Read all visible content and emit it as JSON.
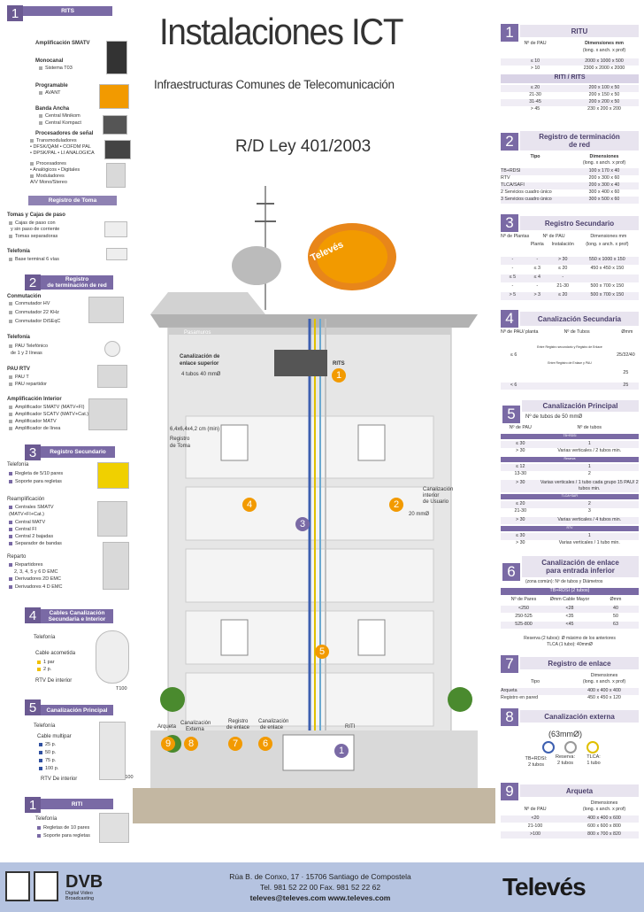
{
  "header": {
    "title": "Instalaciones ICT",
    "subtitle": "Infraestructuras Comunes de Telecomunicación",
    "law": "R/D Ley 401/2003"
  },
  "left": {
    "s1": {
      "num": "1",
      "title": "RITS",
      "items": [
        "Amplificación SMATV",
        "Monocanal",
        "Sistema T03",
        "Programable",
        "AVANT",
        "Banda Ancha",
        "Central Minikom",
        "Central Kompact",
        "Procesadores de señal",
        "Transmoduladores",
        "• DFSK/QAM  • COFDM PAL",
        "• DPSK/PAL  • LI ANALOGICA",
        "Procesadores",
        "• Analógicos  • Digitales",
        "Moduladores",
        "A/V Mono/Stereo"
      ],
      "sub": "Registro de Toma",
      "items2": [
        "Tomas y Cajas de paso",
        "Cajas de paso con",
        "y sin paso de corriente",
        "Tomas separadoras",
        "Telefonía",
        "Base terminal 6 vías"
      ]
    },
    "s2": {
      "num": "2",
      "title1": "Registro",
      "title2": "de terminación de red",
      "items": [
        "Conmutación",
        "Conmutador HV",
        "Conmutador 22 KHz",
        "Conmutador DiSEqC",
        "Telefonía",
        "PAU Telefónico",
        "de 1 y 2 líneas",
        "PAU RTV",
        "PAU T",
        "PAU repartidor",
        "Amplificación Interior",
        "Amplificador SMATV (MATV+FI)",
        "Amplificador SCATV (MATV+Cat.)",
        "Amplificador MATV",
        "Amplificador de línea"
      ]
    },
    "s3": {
      "num": "3",
      "title": "Registro Secundario",
      "items": [
        "Telefonía",
        "Regleta de 5/10 pares",
        "Soporte para regletas",
        "Reamplificación",
        "Centrales SMATV",
        "(MATV+FI+Cat.)",
        "Central MATV",
        "Central FI",
        "Central 2 bajadas",
        "Separador de bandas",
        "Reparto",
        "Repartidores",
        "2, 3, 4, 5 y 6 D EMC",
        "Derivadores 2D EMC",
        "Derivadores 4 D EMC"
      ]
    },
    "s4": {
      "num": "4",
      "title1": "Cables Canalización",
      "title2": "Secundaria e Interior",
      "items": [
        "Telefonía",
        "Cable acometida",
        "1 par",
        "2 p.",
        "RTV De interior",
        "T100"
      ]
    },
    "s5": {
      "num": "5",
      "title": "Canalización Principal",
      "items": [
        "Telefonía",
        "Cable multipar",
        "25 p.",
        "50 p.",
        "75 p.",
        "100 p.",
        "RTV De interior",
        "T100"
      ]
    },
    "s1b": {
      "num": "1",
      "title": "RITI",
      "items": [
        "Telefonía",
        "Regletas de 10 pares",
        "Soporte para regletas"
      ]
    }
  },
  "center": {
    "pasamuros": "Pasamuros",
    "canal_sup1": "Canalización de",
    "canal_sup2": "enlace superior",
    "tubos": "4 tubos 40 mmØ",
    "rits": "RITS",
    "rits_n": "1",
    "regtoma1": "6,4x6,4x4,2 cm (min)",
    "regtoma2": "Registro",
    "regtoma3": "de Toma",
    "canal_int1": "Canalización",
    "canal_int2": "interior",
    "canal_int3": "de Usuario",
    "mm20": "20 mmØ",
    "arqueta": "Arqueta",
    "canal_ext1": "Canalización",
    "canal_ext2": "Externa",
    "reg_enl1": "Registro",
    "reg_enl2": "de enlace",
    "canal_enl1": "Canalización",
    "canal_enl2": "de enlace",
    "riti": "RITI",
    "n4": "4",
    "n2": "2",
    "n3": "3",
    "n5": "5",
    "n9": "9",
    "n8": "8",
    "n7": "7",
    "n6": "6",
    "n1": "1",
    "brand": "Televés"
  },
  "right": {
    "r1": {
      "num": "1",
      "title": "RITU",
      "h1": "Nº de PAU",
      "h2": "Dimensiones mm",
      "h2b": "(long. x anch. x prof)",
      "rows": [
        [
          "≤ 10",
          "2000 x 1000 x 500"
        ],
        [
          "> 10",
          "2300 x 2000 x 2000"
        ]
      ],
      "sub": "RITI / RITS",
      "rows2": [
        [
          "≤ 20",
          "200 x 100 x 50"
        ],
        [
          "21-30",
          "200 x 150 x 50"
        ],
        [
          "31-45",
          "200 x 200 x 50"
        ],
        [
          "> 45",
          "230 x 200 x 200"
        ]
      ]
    },
    "r2": {
      "num": "2",
      "title1": "Registro de terminación",
      "title2": "de red",
      "h1": "Tipo",
      "h2": "Dimensiones",
      "h2b": "(long. x anch. x prof)",
      "rows": [
        [
          "TB+RDSI",
          "100 x 170 x 40"
        ],
        [
          "RTV",
          "200 x 300 x 60"
        ],
        [
          "TLCA/SAFI",
          "200 x 300 x 40"
        ],
        [
          "2 Servicios cuadro único",
          "300 x 400 x 60"
        ],
        [
          "3 Servicios cuadro único",
          "300 x 500 x 60"
        ]
      ]
    },
    "r3": {
      "num": "3",
      "title": "Registro Secundario",
      "h1": "Nº de Plantas",
      "h2": "Nº de PAU",
      "h2a": "Planta",
      "h2b": "Instalación",
      "h3": "Dimensiones mm",
      "h3b": "(long. x anch. x prof)",
      "rows": [
        [
          "-",
          "-",
          "> 30",
          "550 x 1000 x 150"
        ],
        [
          "-",
          "≤ 3",
          "≤ 20",
          "450 x 450 x 150"
        ],
        [
          "≤ 5",
          "≤ 4",
          "-",
          ""
        ],
        [
          "-",
          "-",
          "21-30",
          "500 x 700 x 150"
        ],
        [
          "> 5",
          "> 3",
          "≤ 20",
          "500 x 700 x 150"
        ]
      ]
    },
    "r4": {
      "num": "4",
      "title": "Canalización Secundaria",
      "h1": "Nº de PAU/ planta",
      "h2": "Nº de Tubos",
      "h3": "Ømm",
      "note1": "Entre Registro secundario y Registro de Enlace",
      "note2": "Entre Registro de Enlace y PAU",
      "rows": [
        [
          "≤ 6",
          "",
          "25/32/40"
        ],
        [
          "",
          "",
          "25"
        ],
        [
          "< 6",
          "",
          "25"
        ]
      ]
    },
    "r5": {
      "num": "5",
      "title": "Canalización Principal",
      "sub": "Nº de tubos de 50 mmØ",
      "h1": "Nº de PAU",
      "h2": "Nº de tubos",
      "g1": "TB+RDSI",
      "g2": "Reserva",
      "g3": "TLCA+SAFI",
      "g4": "RTV",
      "rows": [
        [
          "≤ 30",
          "1"
        ],
        [
          "> 30",
          "Varias verticales / 2 tubos min."
        ],
        [
          "≤ 12",
          "1"
        ],
        [
          "13-30",
          "2"
        ],
        [
          "> 30",
          "Varias verticales / 1 tubo cada grupo 15 PAU/ 2 tubos min."
        ],
        [
          "≤ 20",
          "2"
        ],
        [
          "21-30",
          "3"
        ],
        [
          "> 30",
          "Varias verticales / 4 tubos min."
        ],
        [
          "≤ 30",
          "1"
        ],
        [
          "> 30",
          "Varias verticales / 1 tubo min."
        ]
      ]
    },
    "r6": {
      "num": "6",
      "title1": "Canalización de enlace",
      "title2": "para entrada inferior",
      "sub": "(zona común): Nº de tubos y Diámetros",
      "g": "TB+RDSI (2 tubos)",
      "h1": "Nº de Pares",
      "h2": "Ømm Cable Mayor",
      "h3": "Ømm",
      "rows": [
        [
          "<250",
          "<28",
          "40"
        ],
        [
          "250-525",
          "<35",
          "50"
        ],
        [
          "525-800",
          "<45",
          "63"
        ]
      ],
      "note1": "Reserva (2 tubos): Ø máximo de los anteriores",
      "note2": "TLCA (1 tubo): 40mmØ"
    },
    "r7": {
      "num": "7",
      "title": "Registro de enlace",
      "h1": "Tipo",
      "h2": "Dimensiones",
      "h2b": "(long. x anch. x prof)",
      "rows": [
        [
          "Arqueta",
          "400 x 400 x 400"
        ],
        [
          "Registro en pared",
          "450 x 450 x 120"
        ]
      ]
    },
    "r8": {
      "num": "8",
      "title": "Canalización externa",
      "mm": "(63mmØ)",
      "t1": "TB+RDSI:",
      "t1b": "2 tubos",
      "t2": "Reserva:",
      "t2b": "2 tubos",
      "t3": "TLCA:",
      "t3b": "1 tubo"
    },
    "r9": {
      "num": "9",
      "title": "Arqueta",
      "h1": "Nº de PAU",
      "h2": "Dimensiones",
      "h2b": "(long. x anch. x prof)",
      "rows": [
        [
          "<20",
          "400 x 400 x 600"
        ],
        [
          "21-100",
          "600 x 600 x 800"
        ],
        [
          ">100",
          "800 x 700 x 820"
        ]
      ]
    }
  },
  "footer": {
    "addr1": "Rúa B. de Conxo, 17  ·  15706 Santiago de Compostela",
    "addr2": "Tel. 981 52 22 00  Fax. 981 52 22 62",
    "addr3": "televes@televes.com   www.televes.com",
    "dvb1": "Digital Video",
    "dvb2": "Broadcasting",
    "dvb": "DVB",
    "brand": "Televés"
  }
}
